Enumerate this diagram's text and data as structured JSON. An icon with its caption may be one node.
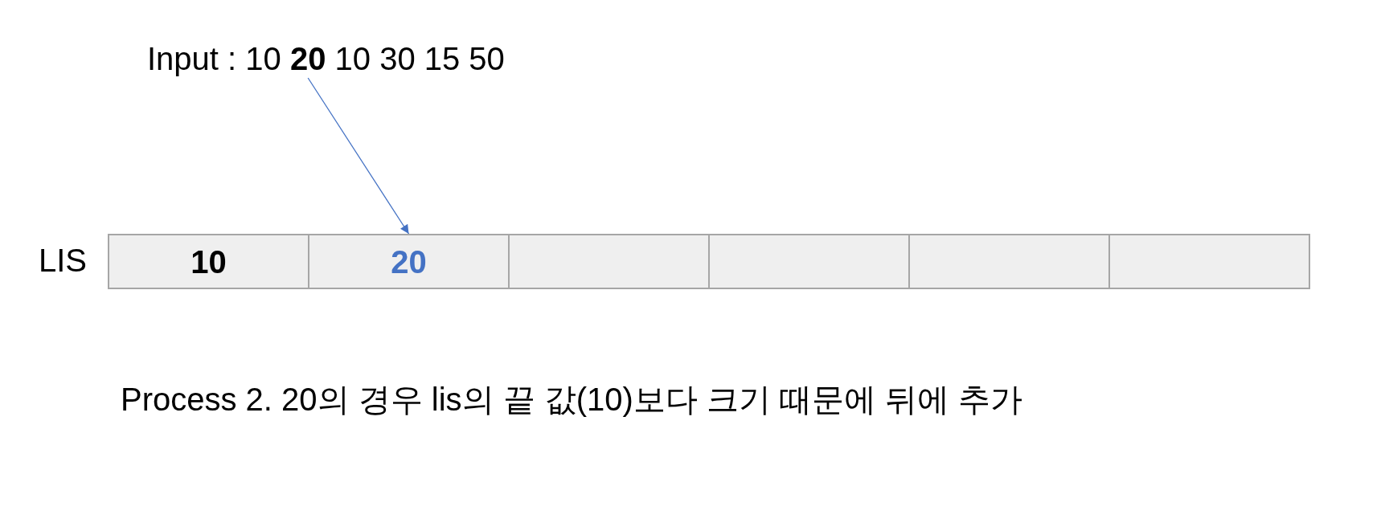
{
  "diagram": {
    "nodes": [
      {
        "text": [
          "Input : 10 **20** 10 30 15 50"
        ]
      },
      {
        "text": [
          "LIS"
        ]
      },
      {
        "text": [
          "10"
        ],
        "in": 1
      },
      {
        "text": [
          "20"
        ],
        "in": 1
      },
      {
        "text": [],
        "shape": "box",
        "in": 1
      },
      {
        "text": [],
        "shape": "box",
        "in": 1
      },
      {
        "text": [],
        "shape": "box",
        "in": 1
      },
      {
        "text": [],
        "shape": "box",
        "in": 1
      }
    ],
    "edges": [
      {
        "from": 0,
        "to": 3,
        "arrow": "to",
        "color": "#4472c4"
      }
    ],
    "caption": "Process 2. 20의 경우 lis의 끝 값(10)보다 크기 때문에 뒤에 추가"
  }
}
